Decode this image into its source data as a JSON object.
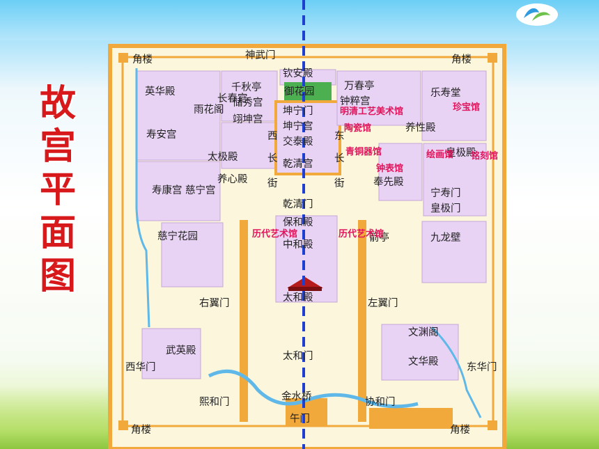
{
  "side_title": [
    "故",
    "宫",
    "平",
    "面",
    "图"
  ],
  "map": {
    "labels": {
      "north_gate": "神武门",
      "corner_tower_nw": "角楼",
      "corner_tower_ne": "角楼",
      "corner_tower_sw": "角楼",
      "corner_tower_se": "角楼",
      "qin_an": "钦安殿",
      "yu_hua_yuan": "御花园",
      "kun_ning_men": "坤宁门",
      "kun_ning_gong": "坤宁宫",
      "jiao_tai": "交泰殿",
      "qian_qing_gong": "乾清宫",
      "qian_qing_men": "乾清门",
      "bao_he": "保和殿",
      "zhong_he": "中和殿",
      "tai_he": "太和殿",
      "tai_he_men": "太和门",
      "jin_shui": "金水桥",
      "wu_men": "午门",
      "xi_hua_men": "西华门",
      "dong_hua_men": "东华门",
      "xi_he_men": "熙和门",
      "xie_he_men": "协和门",
      "you_yi_men": "右翼门",
      "zuo_yi_men": "左翼门",
      "wu_ying": "武英殿",
      "wen_yuan": "文渊阁",
      "wen_hua": "文华殿",
      "ying_hua": "英华殿",
      "qian_qiu": "千秋亭",
      "chu_xiu": "储秀宫",
      "yi_kun": "翊坤宫",
      "chang_chun": "长春宫",
      "yu_hua_ge": "雨花阁",
      "shou_an": "寿安宫",
      "tai_ji": "太极殿",
      "yang_xin": "养心殿",
      "shou_kang": "寿康宫",
      "ci_ning": "慈宁宫",
      "ci_ning_garden": "慈宁花园",
      "wan_chun": "万春亭",
      "zhong_cui": "钟粹宫",
      "le_shou": "乐寿堂",
      "yang_xing": "养性殿",
      "huang_ji_dian": "皇极殿",
      "ning_shou": "宁寿门",
      "huang_ji_men": "皇极门",
      "jiu_long": "九龙壁",
      "feng_xian": "奉先殿",
      "jian_ting": "箭亭",
      "xi_street_top": "西",
      "xi_street_chang": "长",
      "xi_street_jie": "街",
      "dong_street_top": "东",
      "dong_street_chang": "长",
      "dong_street_jie": "街"
    },
    "museum_labels": {
      "ming_qing_art": "明清工艺美术馆",
      "ceramics": "陶瓷馆",
      "treasure": "珍宝馆",
      "bronze": "青铜器馆",
      "clock": "钟表馆",
      "painting": "绘画馆",
      "carving": "铭刻馆",
      "art_west": "历代艺术馆",
      "art_east": "历代艺术馆"
    },
    "colors": {
      "building": "#e9d3f5",
      "wall": "#f2a93b",
      "ground": "#fbf6dc",
      "garden": "#4caf50",
      "water": "#5fb8e8",
      "axis": "#1f3fd1",
      "highlight": "#e0155c"
    }
  }
}
